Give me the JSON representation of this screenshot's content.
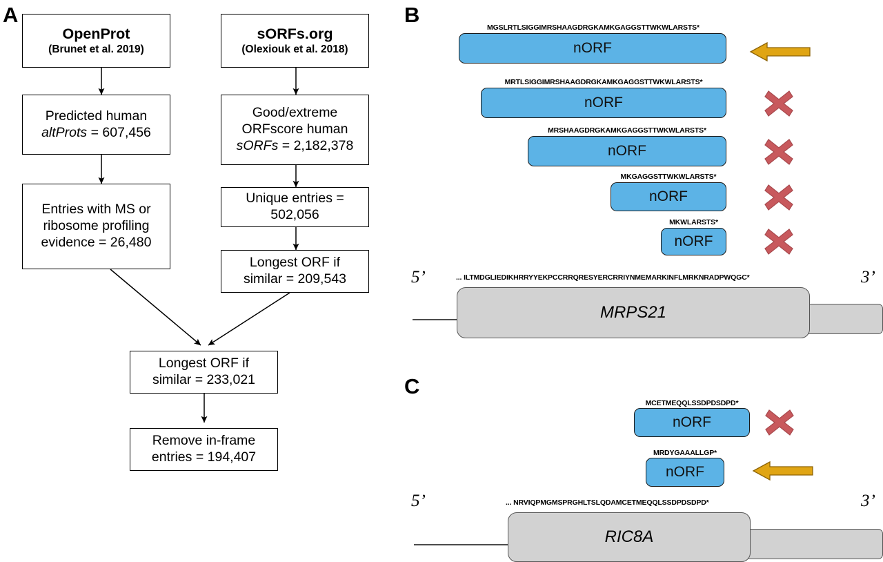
{
  "figure": {
    "panels": [
      {
        "letter": "A"
      },
      {
        "letter": "B"
      },
      {
        "letter": "C"
      }
    ]
  },
  "panel_a": {
    "letter": "A",
    "boxes": [
      {
        "id": "openprot",
        "line1": "OpenProt",
        "line2": "(Brunet et al. 2019)"
      },
      {
        "id": "sorfs",
        "line1": "sORFs.org",
        "line2": "(Olexiouk et al. 2018)"
      },
      {
        "id": "predicted",
        "line1": "Predicted human",
        "line2_italic": "altProts",
        "line2_rest": " = 607,456"
      },
      {
        "id": "orfscore",
        "line1": "Good/extreme",
        "line2": "ORFscore human",
        "line3_italic": "sORFs",
        "line3_rest": " = 2,182,378"
      },
      {
        "id": "evidence",
        "line1": "Entries with MS or",
        "line2": "ribosome profiling",
        "line3": "evidence = 26,480"
      },
      {
        "id": "unique",
        "line1": "Unique entries =",
        "line2": "502,056"
      },
      {
        "id": "longest-right",
        "line1": "Longest ORF if",
        "line2": "similar = 209,543"
      },
      {
        "id": "longest-merge",
        "line1": "Longest ORF if",
        "line2": "similar = 233,021"
      },
      {
        "id": "remove",
        "line1": "Remove in-frame",
        "line2": "entries = 194,407"
      }
    ]
  },
  "panel_b": {
    "letter": "B",
    "norf_label": "nORF",
    "norfs": [
      {
        "sequence": "MGSLRTLSIGGIMRSHAAGDRGKAMKGAGGSTTWKWLARSTS*",
        "marker": "arrow"
      },
      {
        "sequence": "MRTLSIGGIMRSHAAGDRGKAMKGAGGSTTWKWLARSTS*",
        "marker": "cross"
      },
      {
        "sequence": "MRSHAAGDRGKAMKGAGGSTTWKWLARSTS*",
        "marker": "cross"
      },
      {
        "sequence": "MKGAGGSTTWKWLARSTS*",
        "marker": "cross"
      },
      {
        "sequence": "MKWLARSTS*",
        "marker": "cross"
      }
    ],
    "gene": {
      "name": "MRPS21",
      "sequence": "... ILTMDGLIEDIKHRRYYEKPCCRRQRESYERCRRIYNMEMARKINFLMRKNRADPWQGC*",
      "five_prime": "5’",
      "three_prime": "3’"
    }
  },
  "panel_c": {
    "letter": "C",
    "norf_label": "nORF",
    "norfs": [
      {
        "sequence": "MCETMEQQLSSDPDSDPD*",
        "marker": "cross"
      },
      {
        "sequence": "MRDYGAAALLGP*",
        "marker": "arrow"
      }
    ],
    "gene": {
      "name": "RIC8A",
      "sequence": "... NRVIQPMGMSPRGHLTSLQDAMCETMEQQLSSDPDSDPD*",
      "five_prime": "5’",
      "three_prime": "3’"
    }
  },
  "colors": {
    "norf_fill": "#5cb3e6",
    "norf_stroke": "#1a1a1a",
    "exon_fill": "#d2d2d2",
    "exon_stroke": "#555555",
    "cross_red": "#c8595d",
    "cross_red_dark": "#a84a4e",
    "arrow_orange": "#e0a514",
    "arrow_orange_dark": "#b5820a",
    "box_stroke": "#000000",
    "background": "#ffffff"
  },
  "icons": {
    "cross": "cross-icon",
    "arrow": "left-arrow-icon"
  }
}
